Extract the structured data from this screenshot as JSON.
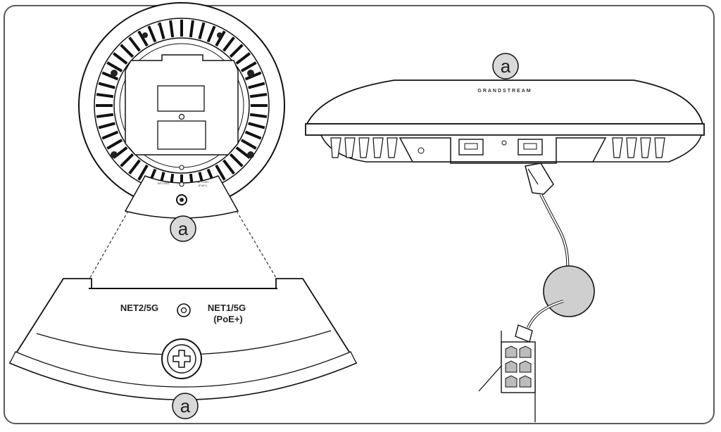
{
  "callout_label": "a",
  "bottom_view": {
    "net2_label": "NET2/5G",
    "net1_label": "NET1/5G",
    "poe_label": "(PoE+)"
  },
  "ap_bottom_small": {
    "net2_label": "NET2/5G",
    "net1_label": "NET1/5G",
    "poe_label": "(PoE+)"
  },
  "side_view": {
    "brand": "GRANDSTREAM"
  },
  "colors": {
    "frame": "#5a5a5a",
    "callout_fill": "#d9d9d9",
    "cable_circle_fill": "#cfcfcf",
    "line": "#1a1a1a"
  }
}
